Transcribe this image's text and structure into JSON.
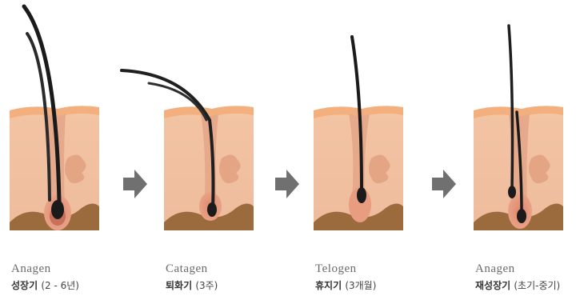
{
  "stages": [
    {
      "name": "Anagen",
      "label": "성장기",
      "duration": "(2 - 6년)"
    },
    {
      "name": "Catagen",
      "label": "퇴화기",
      "duration": "(3주)"
    },
    {
      "name": "Telogen",
      "label": "휴지기",
      "duration": "(3개월)"
    },
    {
      "name": "Anagen",
      "label": "재성장기",
      "duration": "(초기-중기)"
    }
  ],
  "colors": {
    "skin": "#f0c5a8",
    "skin_dark": "#e3a580",
    "epidermis": "#f6b98c",
    "fat": "#9a6a3c",
    "bulb": "#d9826a",
    "hair": "#1a1a1a",
    "arrow": "#6f6f6f"
  }
}
